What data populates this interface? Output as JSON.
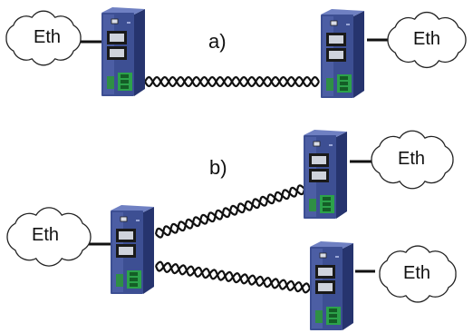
{
  "diagram": {
    "parts": [
      {
        "id": "a",
        "label": "a)"
      },
      {
        "id": "b",
        "label": "b)"
      }
    ],
    "clouds": [
      {
        "id": "a-left",
        "label": "Eth"
      },
      {
        "id": "a-right",
        "label": "Eth"
      },
      {
        "id": "b-left",
        "label": "Eth"
      },
      {
        "id": "b-top-right",
        "label": "Eth"
      },
      {
        "id": "b-bottom-right",
        "label": "Eth"
      }
    ],
    "colors": {
      "device_body": "#3d4f93",
      "device_front": "#5a6cb3",
      "device_side": "#26346e",
      "terminal_block": "#2ca24a",
      "cable": "#111111",
      "cloud_stroke": "#222222",
      "cloud_fill": "#ffffff"
    },
    "icons": [
      "cloud-icon",
      "ethernet-converter-device-icon",
      "twisted-pair-cable-icon"
    ]
  }
}
